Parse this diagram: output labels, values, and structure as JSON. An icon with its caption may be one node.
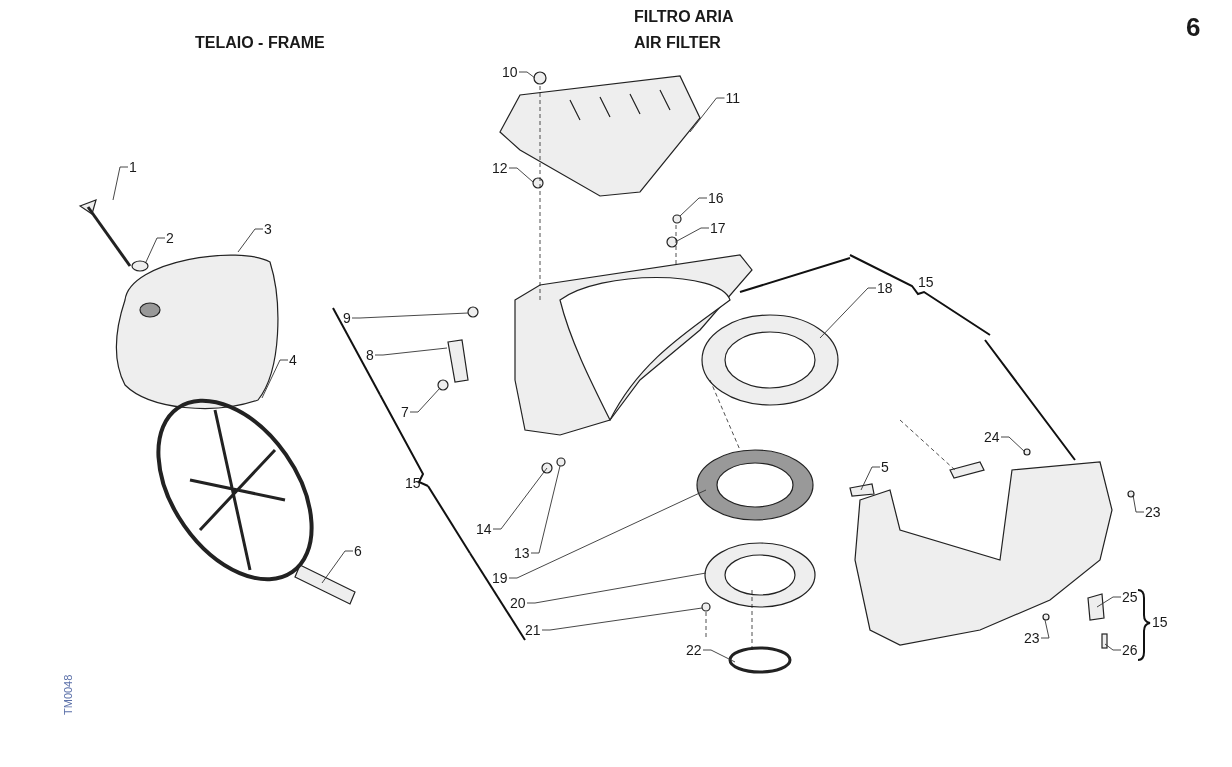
{
  "diagram": {
    "nodes": [
      {
        "text": [
          "10"
        ]
      },
      {
        "text": [
          "11"
        ]
      },
      {
        "text": [
          "1"
        ]
      },
      {
        "text": [
          "12"
        ]
      },
      {
        "text": [
          "16"
        ]
      },
      {
        "text": [
          "17"
        ]
      },
      {
        "text": [
          "3"
        ]
      },
      {
        "text": [
          "2"
        ]
      },
      {
        "text": [
          "18"
        ]
      },
      {
        "text": [
          "9"
        ]
      },
      {
        "text": [
          "8"
        ]
      },
      {
        "text": [
          "4"
        ]
      },
      {
        "text": [
          "7"
        ]
      },
      {
        "text": [
          "24"
        ]
      },
      {
        "text": [
          "5"
        ]
      },
      {
        "text": [
          "23"
        ]
      },
      {
        "text": [
          "14"
        ]
      },
      {
        "text": [
          "13"
        ]
      },
      {
        "text": [
          "19"
        ]
      },
      {
        "text": [
          "6"
        ]
      },
      {
        "text": [
          "25"
        ]
      },
      {
        "text": [
          "20"
        ]
      },
      {
        "text": [
          "21"
        ]
      },
      {
        "text": [
          "23"
        ]
      },
      {
        "text": [
          "22"
        ]
      },
      {
        "text": [
          "26"
        ]
      }
    ],
    "edges": [
      {
        "from": 0,
        "to": null,
        "arrow": "none"
      },
      {
        "from": 1,
        "to": null,
        "arrow": "none"
      },
      {
        "from": 2,
        "to": null,
        "arrow": "none"
      },
      {
        "from": 3,
        "to": null,
        "arrow": "none"
      },
      {
        "from": 4,
        "to": null,
        "arrow": "none"
      },
      {
        "from": 5,
        "to": null,
        "arrow": "none"
      },
      {
        "from": 6,
        "to": null,
        "arrow": "none"
      },
      {
        "from": 7,
        "to": null,
        "arrow": "none"
      },
      {
        "from": 8,
        "to": null,
        "arrow": "none"
      },
      {
        "from": 9,
        "to": null,
        "arrow": "none"
      },
      {
        "from": 10,
        "to": null,
        "arrow": "none"
      },
      {
        "from": 11,
        "to": null,
        "arrow": "none"
      },
      {
        "from": 12,
        "to": null,
        "arrow": "none"
      },
      {
        "from": 13,
        "to": null,
        "arrow": "none"
      },
      {
        "from": 14,
        "to": null,
        "arrow": "none"
      },
      {
        "from": 15,
        "to": null,
        "arrow": "none"
      },
      {
        "from": 16,
        "to": null,
        "arrow": "none"
      },
      {
        "from": 17,
        "to": null,
        "arrow": "none"
      },
      {
        "from": 18,
        "to": null,
        "arrow": "none"
      },
      {
        "from": 19,
        "to": null,
        "arrow": "none"
      },
      {
        "from": 20,
        "to": null,
        "arrow": "none"
      },
      {
        "from": 21,
        "to": null,
        "arrow": "none"
      },
      {
        "from": 22,
        "to": null,
        "arrow": "none"
      },
      {
        "from": 23,
        "to": null,
        "arrow": "none"
      },
      {
        "from": 24,
        "to": null,
        "arrow": "none"
      },
      {
        "from": 25,
        "to": null,
        "arrow": "none"
      }
    ],
    "labels": [
      "TELAIO - FRAME",
      "FILTRO ARIA",
      "AIR FILTER",
      "6",
      "15",
      "15",
      "15",
      "TM0048"
    ]
  }
}
